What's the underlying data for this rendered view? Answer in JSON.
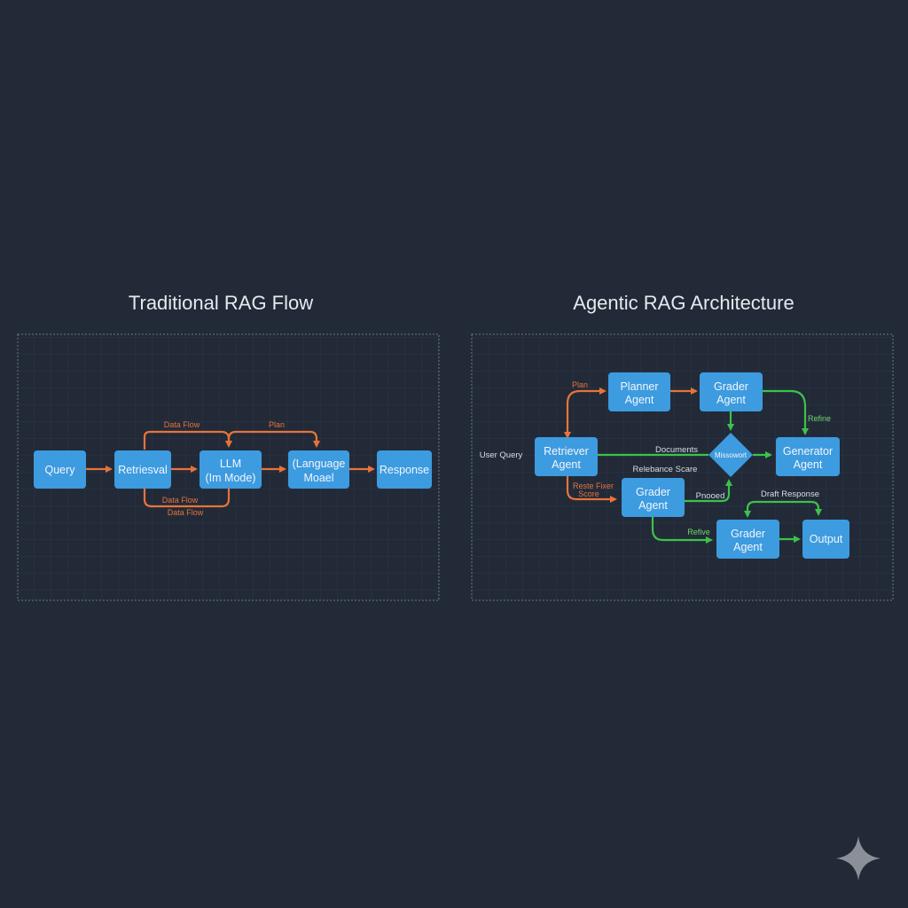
{
  "left": {
    "title": "Traditional RAG Flow",
    "nodes": {
      "query": "Query",
      "retrieval": "Retriesval",
      "llm_1": "LLM",
      "llm_2": "(Im Mode)",
      "lang_1": "(Language",
      "lang_2": "Moael",
      "response": "Response"
    },
    "labels": {
      "top_data_flow": "Data Flow",
      "plan": "Plan",
      "bottom_data_flow_1": "Data Flow",
      "bottom_data_flow_2": "Data Flow"
    }
  },
  "right": {
    "title": "Agentic RAG Architecture",
    "nodes": {
      "planner_1": "Planner",
      "planner_2": "Agent",
      "grader_top_1": "Grader",
      "grader_top_2": "Agent",
      "retriever_1": "Retriever",
      "retriever_2": "Agent",
      "decision": "Missowort",
      "generator_1": "Generator",
      "generator_2": "Agent",
      "grader_mid_1": "Grader",
      "grader_mid_2": "Agent",
      "grader_bot_1": "Grader",
      "grader_bot_2": "Agent",
      "output": "Output"
    },
    "labels": {
      "user_query": "User Query",
      "plan": "Plan",
      "refine": "Refine",
      "documents": "Documents",
      "relevance": "Relebance Scare",
      "reste_1": "Reste Fixer",
      "reste_2": "Score",
      "proceed": "Pnooed",
      "draft": "Draft Response",
      "refive": "Refive"
    }
  },
  "colors": {
    "background": "#222a38",
    "node": "#3d9be0",
    "orange": "#e8733a",
    "green": "#3cc24a"
  }
}
